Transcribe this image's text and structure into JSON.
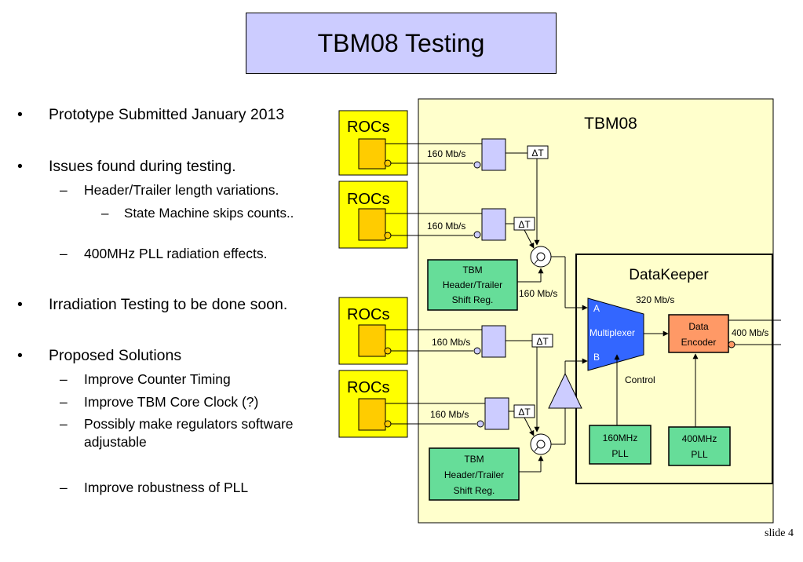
{
  "title": "TBM08 Testing",
  "bullets": {
    "b1": "Prototype Submitted January 2013",
    "b2": "Issues found during testing.",
    "b2_sub1": "Header/Trailer length variations.",
    "b2_sub1_sub": "State Machine skips counts..",
    "b2_sub2": "400MHz PLL radiation effects.",
    "b3": "Irradiation Testing to be done soon.",
    "b4": "Proposed Solutions",
    "b4_sub1": "Improve Counter Timing",
    "b4_sub2": "Improve TBM Core Clock (?)",
    "b4_sub3_line1": "Possibly make regulators software",
    "b4_sub3_line2": "adjustable",
    "b4_sub4": "Improve robustness of PLL",
    "bullet_mark": "•",
    "dash_mark": "–"
  },
  "diagram": {
    "tbm_label": "TBM08",
    "rocs_label": "ROCs",
    "rate_160": "160 Mb/s",
    "rate_320": "320 Mb/s",
    "rate_400": "400 Mb/s",
    "delta_t": "ΔT",
    "datakeeper_label": "DataKeeper",
    "shift_reg_line1": "TBM",
    "shift_reg_line2": "Header/Trailer",
    "shift_reg_line3": "Shift Reg.",
    "mux_a": "A",
    "mux_b": "B",
    "mux_label": "Multiplexer",
    "encoder_line1": "Data",
    "encoder_line2": "Encoder",
    "control_label": "Control",
    "pll160_line1": "160MHz",
    "pll160_line2": "PLL",
    "pll400_line1": "400MHz",
    "pll400_line2": "PLL",
    "colors": {
      "tbm_bg": "#ffffcc",
      "rocs_bg": "#ffff00",
      "roc_chip": "#ffcc00",
      "buffer": "#ccccff",
      "shift_reg": "#66dd99",
      "mux": "#3366ff",
      "encoder": "#ff9966",
      "title_bg": "#ccccff"
    }
  },
  "footer": "slide 4"
}
